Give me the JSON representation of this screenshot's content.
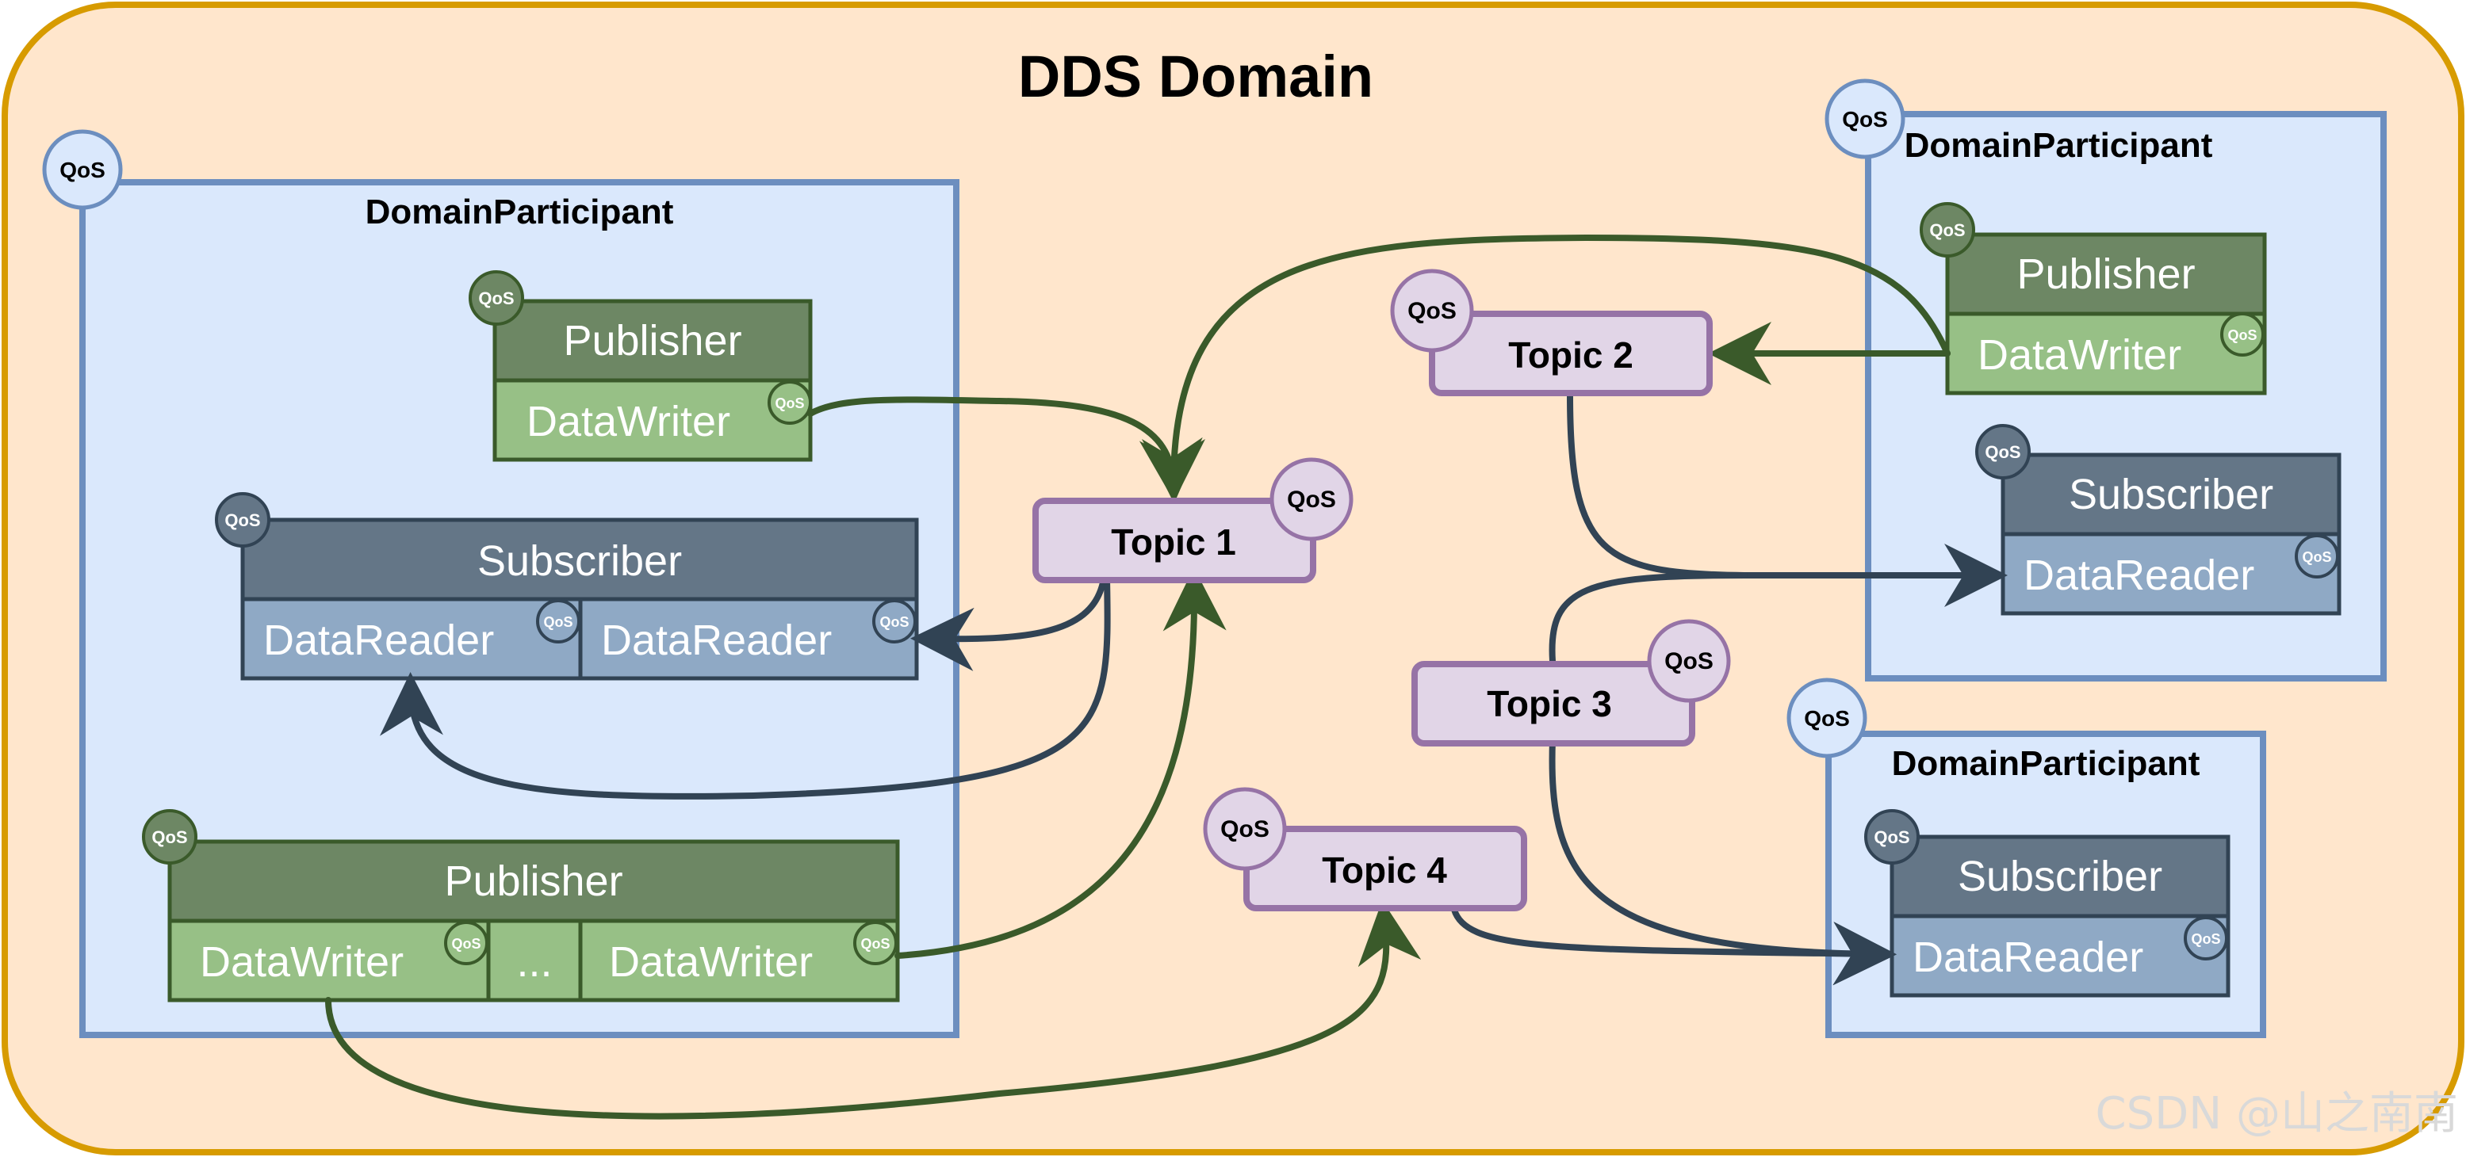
{
  "domain": {
    "title": "DDS Domain",
    "colors": {
      "bg": "#ffe6cc",
      "border": "#d79b00"
    }
  },
  "qos_label": "QoS",
  "participants": [
    {
      "label": "DomainParticipant"
    },
    {
      "label": "DomainParticipant"
    },
    {
      "label": "DomainParticipant"
    }
  ],
  "entities": {
    "publisher": "Publisher",
    "subscriber": "Subscriber",
    "datawriter": "DataWriter",
    "datareader": "DataReader",
    "ellipsis": "..."
  },
  "topics": [
    {
      "label": "Topic 1"
    },
    {
      "label": "Topic 2"
    },
    {
      "label": "Topic 3"
    },
    {
      "label": "Topic 4"
    }
  ],
  "watermark": "CSDN @山之南南",
  "colors": {
    "participant_fill": "#dae8fc",
    "participant_border": "#6c8ebf",
    "publisher_header": "#6d8764",
    "publisher_body": "#97c086",
    "publisher_border": "#3a5a2a",
    "subscriber_header": "#647687",
    "subscriber_body": "#8fa9c5",
    "subscriber_border": "#314354",
    "topic_fill": "#e1d5e7",
    "topic_border": "#9673a6",
    "green_arrow": "#3a5a2a",
    "dark_arrow": "#314354"
  }
}
